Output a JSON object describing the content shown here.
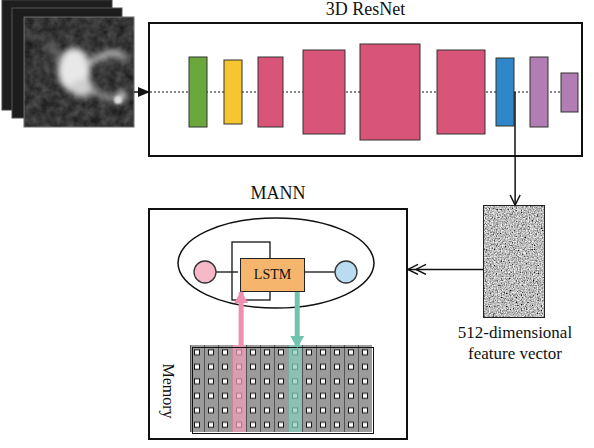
{
  "diagram": {
    "nodes": [
      {
        "text": [
          "3D ResNet"
        ]
      },
      {
        "text": [
          "MANN"
        ]
      },
      {
        "text": [
          "LSTM"
        ],
        "in": 1
      },
      {
        "text": [
          "Memory"
        ],
        "in": 1
      },
      {
        "text": [
          "512-dimensional feature vector"
        ]
      }
    ],
    "edges": [
      {
        "from": 0,
        "to": 4,
        "arrow": "to"
      },
      {
        "from": 4,
        "to": 1,
        "arrow": "to"
      },
      {
        "from": 3,
        "to": 2,
        "arrow": "to"
      },
      {
        "from": 2,
        "to": 3,
        "arrow": "to"
      }
    ]
  }
}
